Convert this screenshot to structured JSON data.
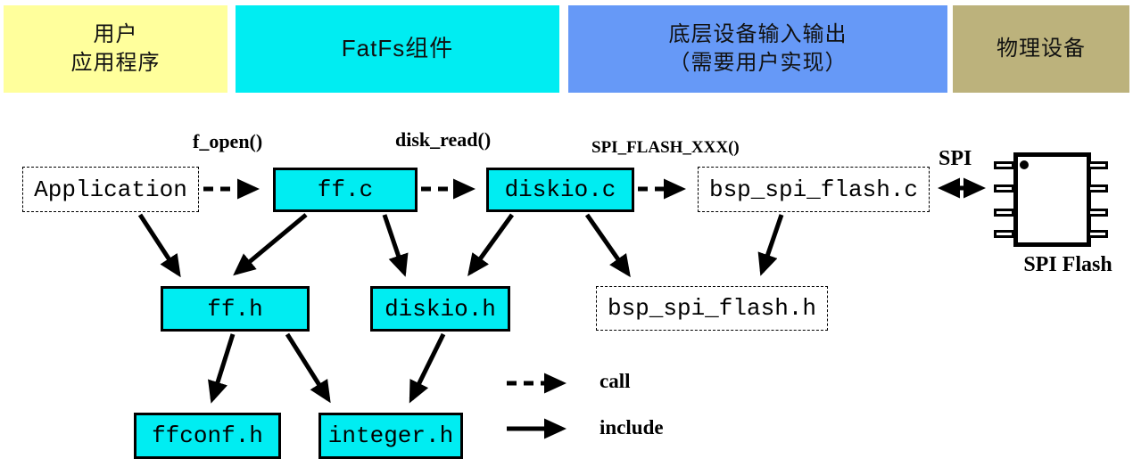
{
  "colors": {
    "yellow": "#FFFF9C",
    "cyan": "#00EDF2",
    "blue": "#6699F7",
    "khaki": "#BCB27C",
    "line": "#000000"
  },
  "header_bands": {
    "user_app": {
      "line1": "用户",
      "line2": "应用程序"
    },
    "fatfs": {
      "line1": "FatFs组件"
    },
    "lowlevel": {
      "line1": "底层设备输入输出",
      "line2": "（需要用户实现）"
    },
    "physical": {
      "line1": "物理设备"
    }
  },
  "nodes": {
    "application": "Application",
    "ff_c": "ff.c",
    "diskio_c": "diskio.c",
    "bsp_spi_flash_c": "bsp_spi_flash.c",
    "ff_h": "ff.h",
    "diskio_h": "diskio.h",
    "bsp_spi_flash_h": "bsp_spi_flash.h",
    "ffconf_h": "ffconf.h",
    "integer_h": "integer.h"
  },
  "call_labels": {
    "f_open": "f_open()",
    "disk_read": "disk_read()",
    "spi_flash_xxx": "SPI_FLASH_XXX()",
    "spi": "SPI"
  },
  "chip": {
    "caption": "SPI Flash"
  },
  "legend": {
    "call": "call",
    "include": "include"
  }
}
